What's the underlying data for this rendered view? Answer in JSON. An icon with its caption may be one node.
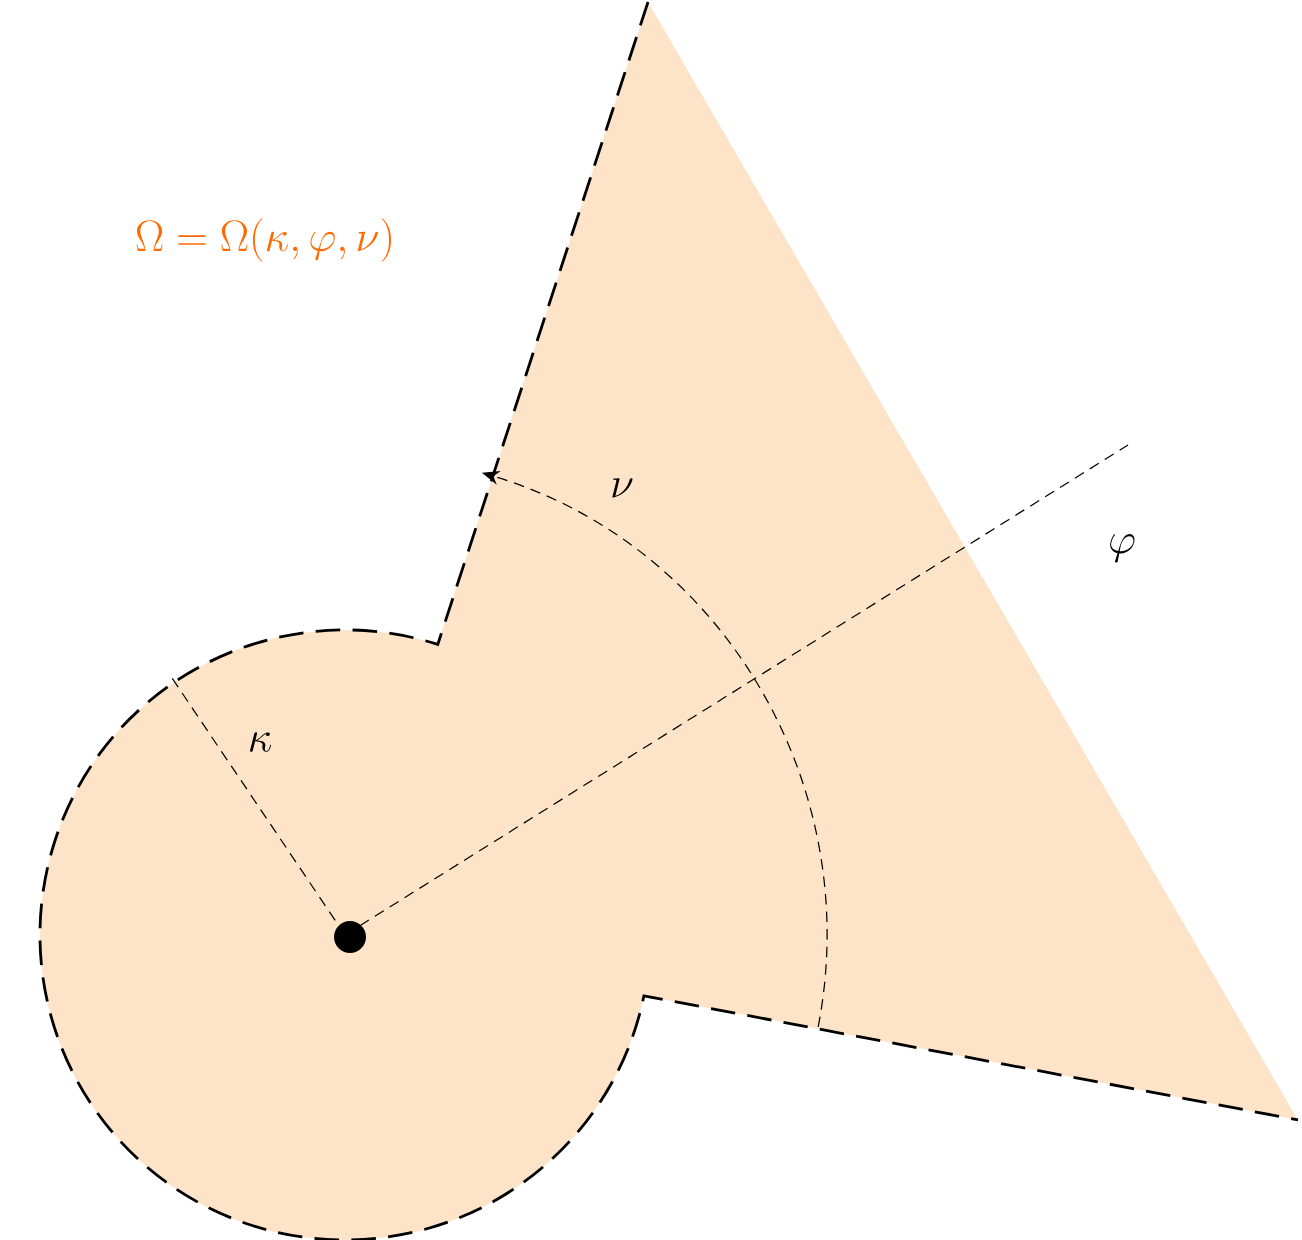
{
  "diagram": {
    "labels": [
      "\\Omega = \\Omega(\\kappa, \\varphi, \\nu)",
      "\\nu",
      "\\varphi",
      "\\kappa"
    ]
  }
}
